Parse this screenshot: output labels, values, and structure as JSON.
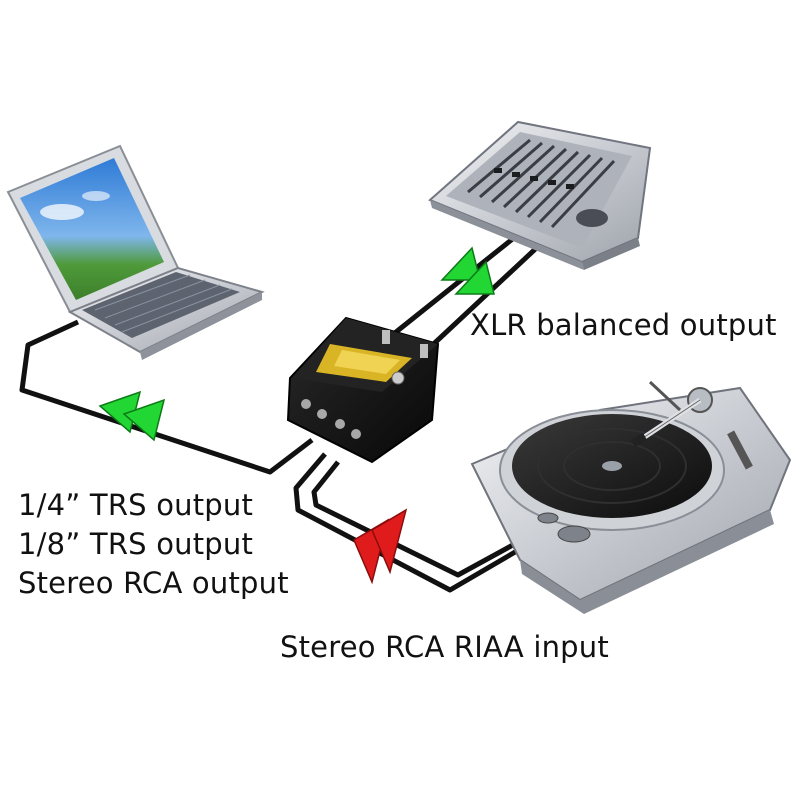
{
  "labels": {
    "xlr_output": "XLR balanced output",
    "outputs": [
      "1/4” TRS output",
      "1/8” TRS output",
      "Stereo RCA output"
    ],
    "riaa_input": "Stereo RCA RIAA input"
  },
  "devices": [
    "laptop",
    "mixing-console",
    "phono-preamp-interface",
    "turntable"
  ],
  "colors": {
    "cable": "#111111",
    "arrow_output": "#22d633",
    "arrow_input": "#e01b1b",
    "background": "#ffffff"
  }
}
